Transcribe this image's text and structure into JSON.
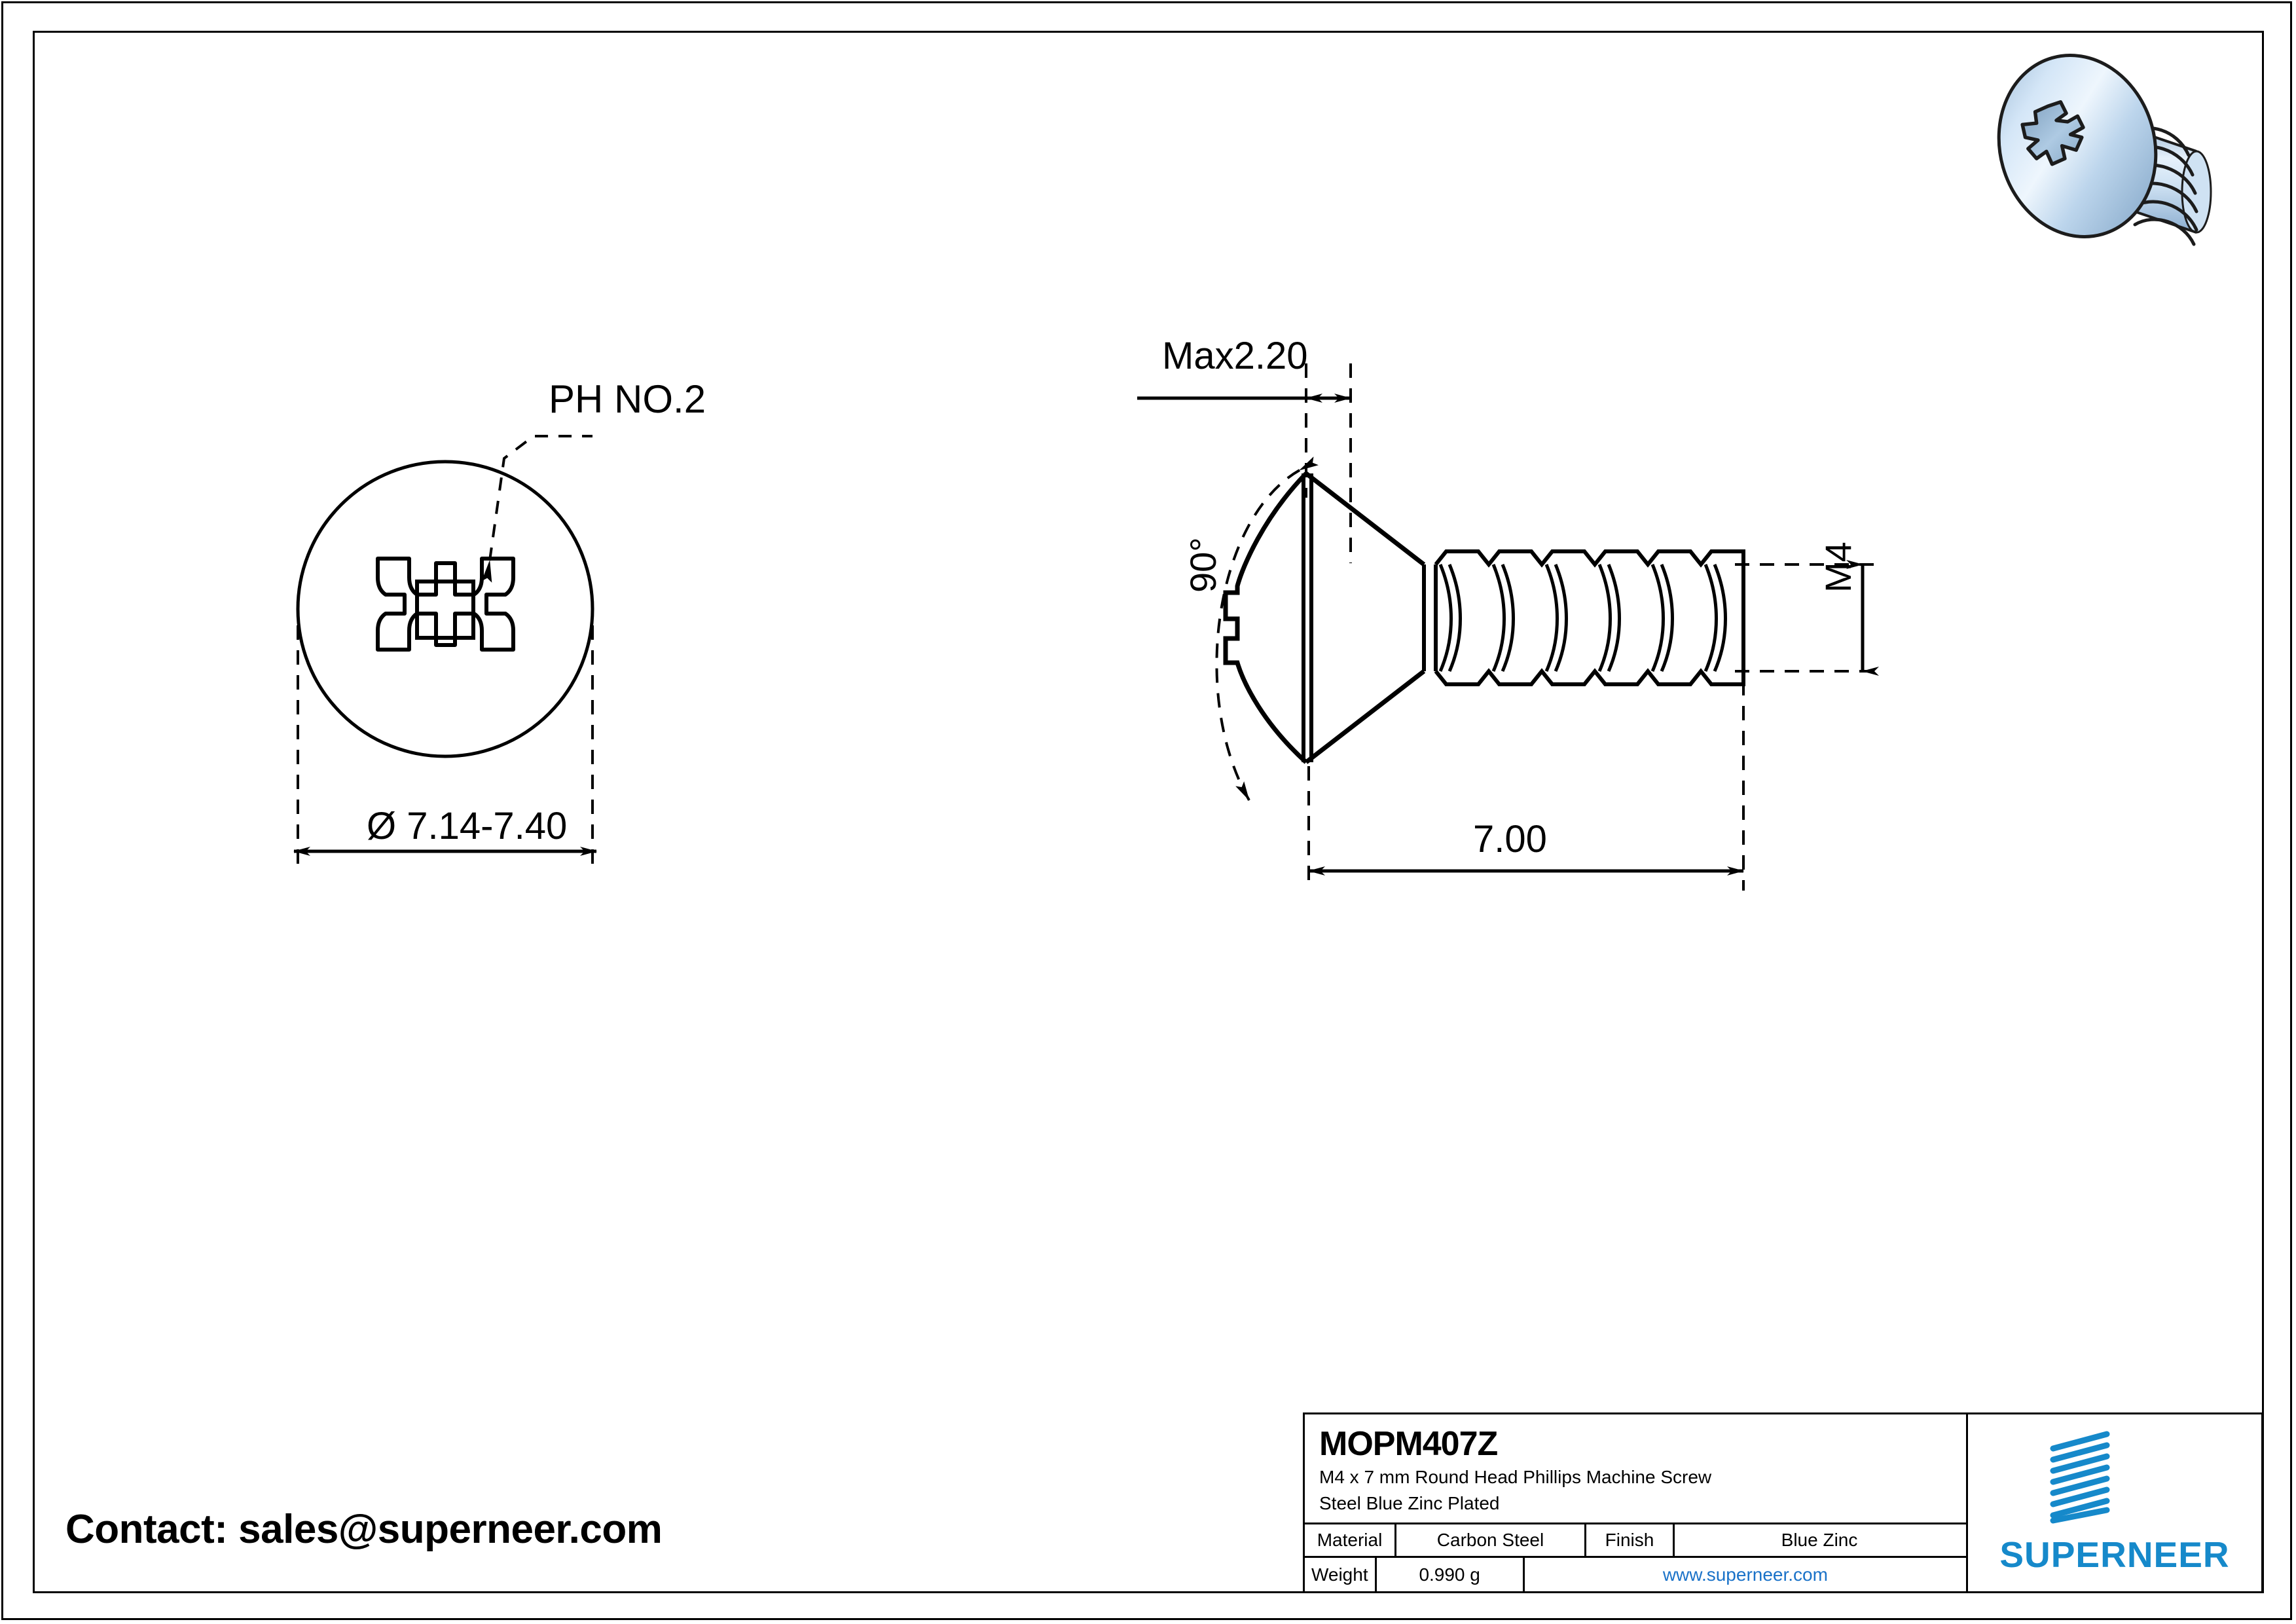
{
  "sheet": {
    "background": "#ffffff",
    "border_color": "#000000"
  },
  "contact": {
    "text": "Contact: sales@superneer.com"
  },
  "views": {
    "top_view": {
      "name": "top-view-screw-head",
      "recess_callout": "PH NO.2",
      "diameter_dimension": "Ø 7.14-7.40"
    },
    "side_view": {
      "name": "side-view-screw",
      "head_height_dimension": "Max2.20",
      "head_angle_dimension": "90°",
      "thread_size_dimension": "M4",
      "length_dimension": "7.00"
    }
  },
  "title_block": {
    "part_number": "MOPM407Z",
    "description_line_1": "M4 x 7 mm Round Head Phillips Machine Screw",
    "description_line_2": "Steel Blue Zinc Plated",
    "material_label": "Material",
    "material_value": "Carbon Steel",
    "finish_label": "Finish",
    "finish_value": "Blue Zinc",
    "weight_label": "Weight",
    "weight_value": "0.990 g",
    "website": "www.superneer.com",
    "website_color": "#1a72c8"
  },
  "brand": {
    "name": "SUPERNEER",
    "color": "#1689ca",
    "logo_stripe_count": 8
  },
  "render": {
    "name": "screw-3d-render",
    "finish_color": "#b8d2e8",
    "highlight_color": "#e8f2fb"
  }
}
